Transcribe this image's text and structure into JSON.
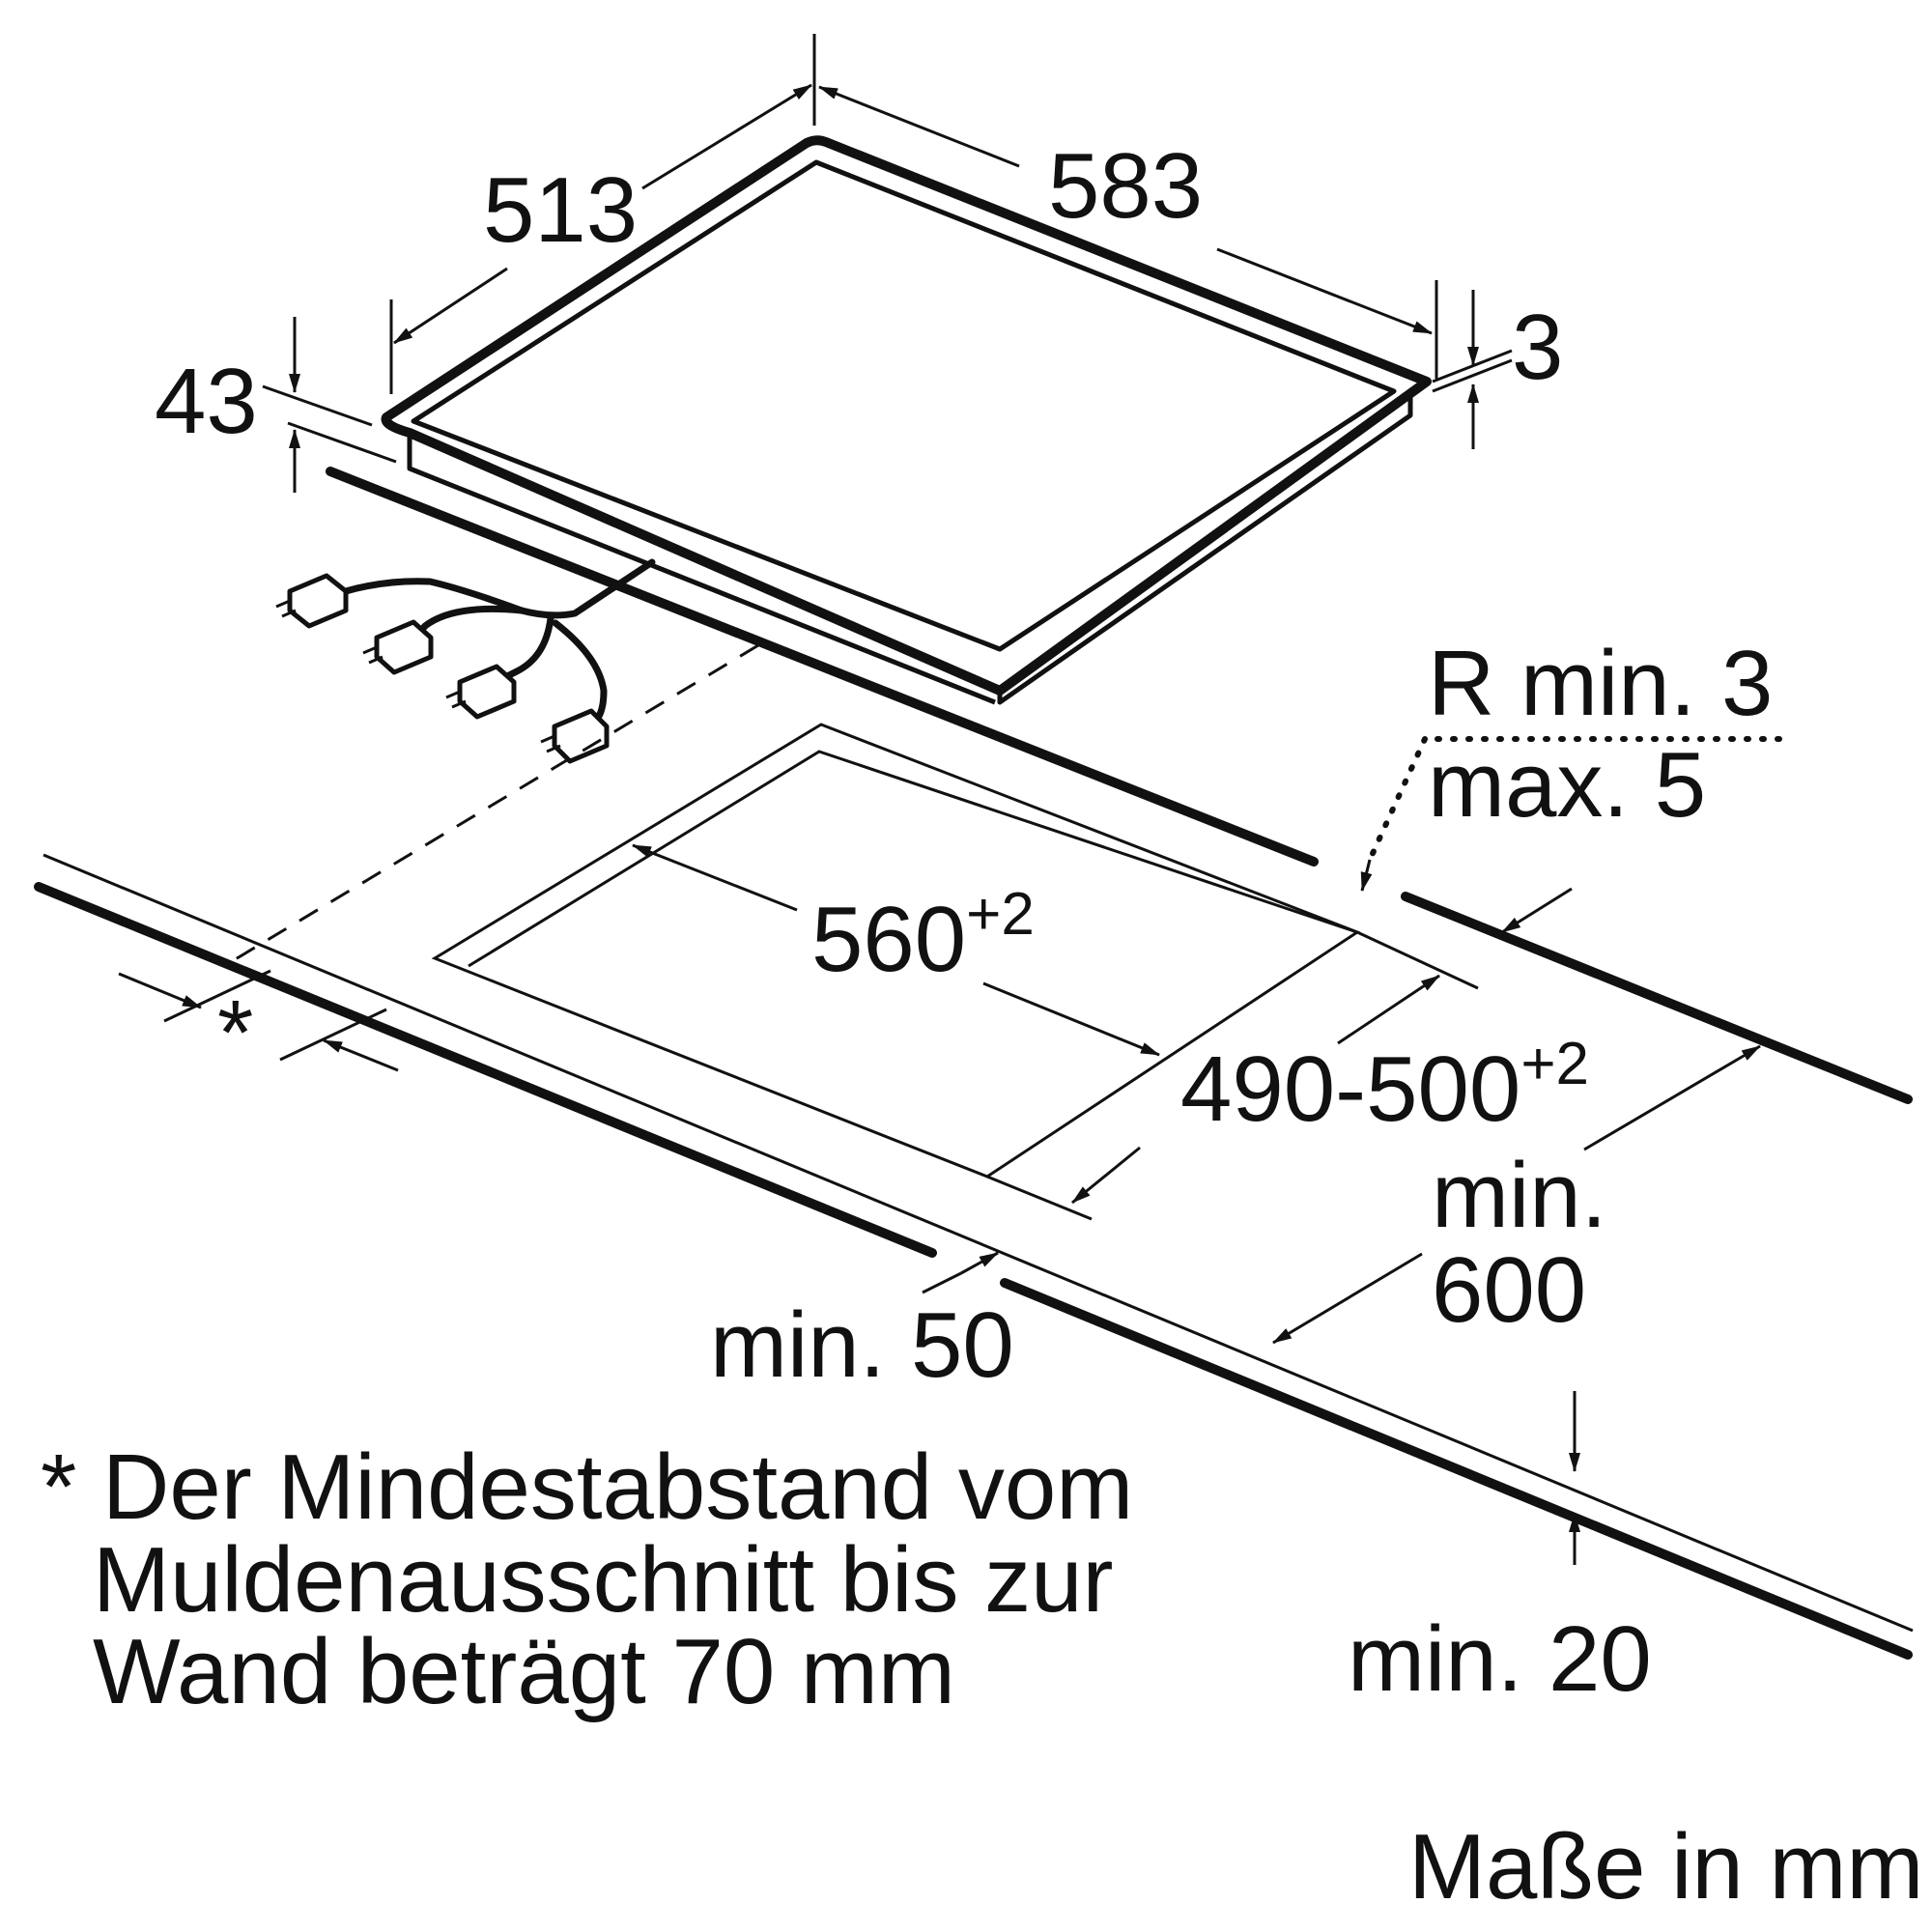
{
  "dimensions": {
    "width_513": "513",
    "width_583": "583",
    "height_43": "43",
    "thickness_3": "3",
    "cutout_560": "560",
    "cutout_560_tol": "+2",
    "cutout_490_500": "490-500",
    "cutout_490_500_tol": "+2",
    "radius_line1": "R min. 3",
    "radius_line2": "max. 5",
    "depth_line1": "min.",
    "depth_line2": "600",
    "front_min50": "min. 50",
    "thickness_min20": "min. 20",
    "wall_marker": "*"
  },
  "footnote": {
    "line1": "* Der Mindestabstand vom",
    "line2": "Muldenausschnitt bis zur",
    "line3": "Wand beträgt 70 mm"
  },
  "units_label": "Maße in mm"
}
